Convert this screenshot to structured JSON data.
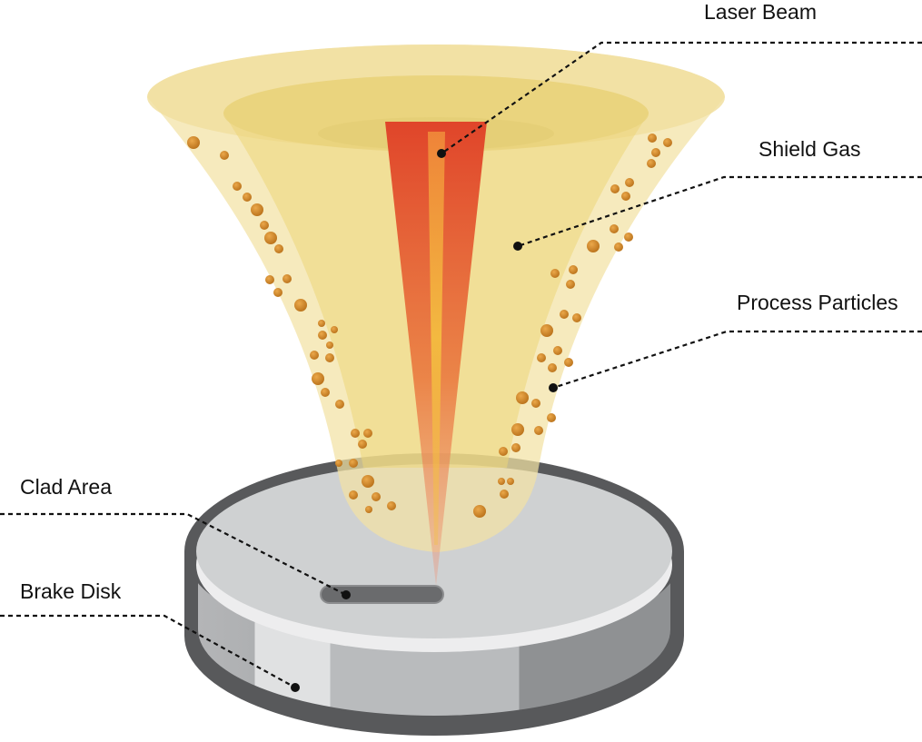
{
  "labels": {
    "laser_beam": "Laser Beam",
    "shield_gas": "Shield Gas",
    "process_particles": "Process Particles",
    "clad_area": "Clad Area",
    "brake_disk": "Brake Disk"
  },
  "colors": {
    "cone_outer": "#f3e2a4",
    "cone_inner": "#ecd679",
    "laser_top": "#e0452a",
    "laser_mid": "#ee8a3c",
    "laser_core": "#f4c040",
    "particle": "#c98320",
    "disk_top": "#cfd1d2",
    "disk_rim": "#58595b",
    "clad_area": "#6a6b6d",
    "leader_line": "#111111"
  }
}
